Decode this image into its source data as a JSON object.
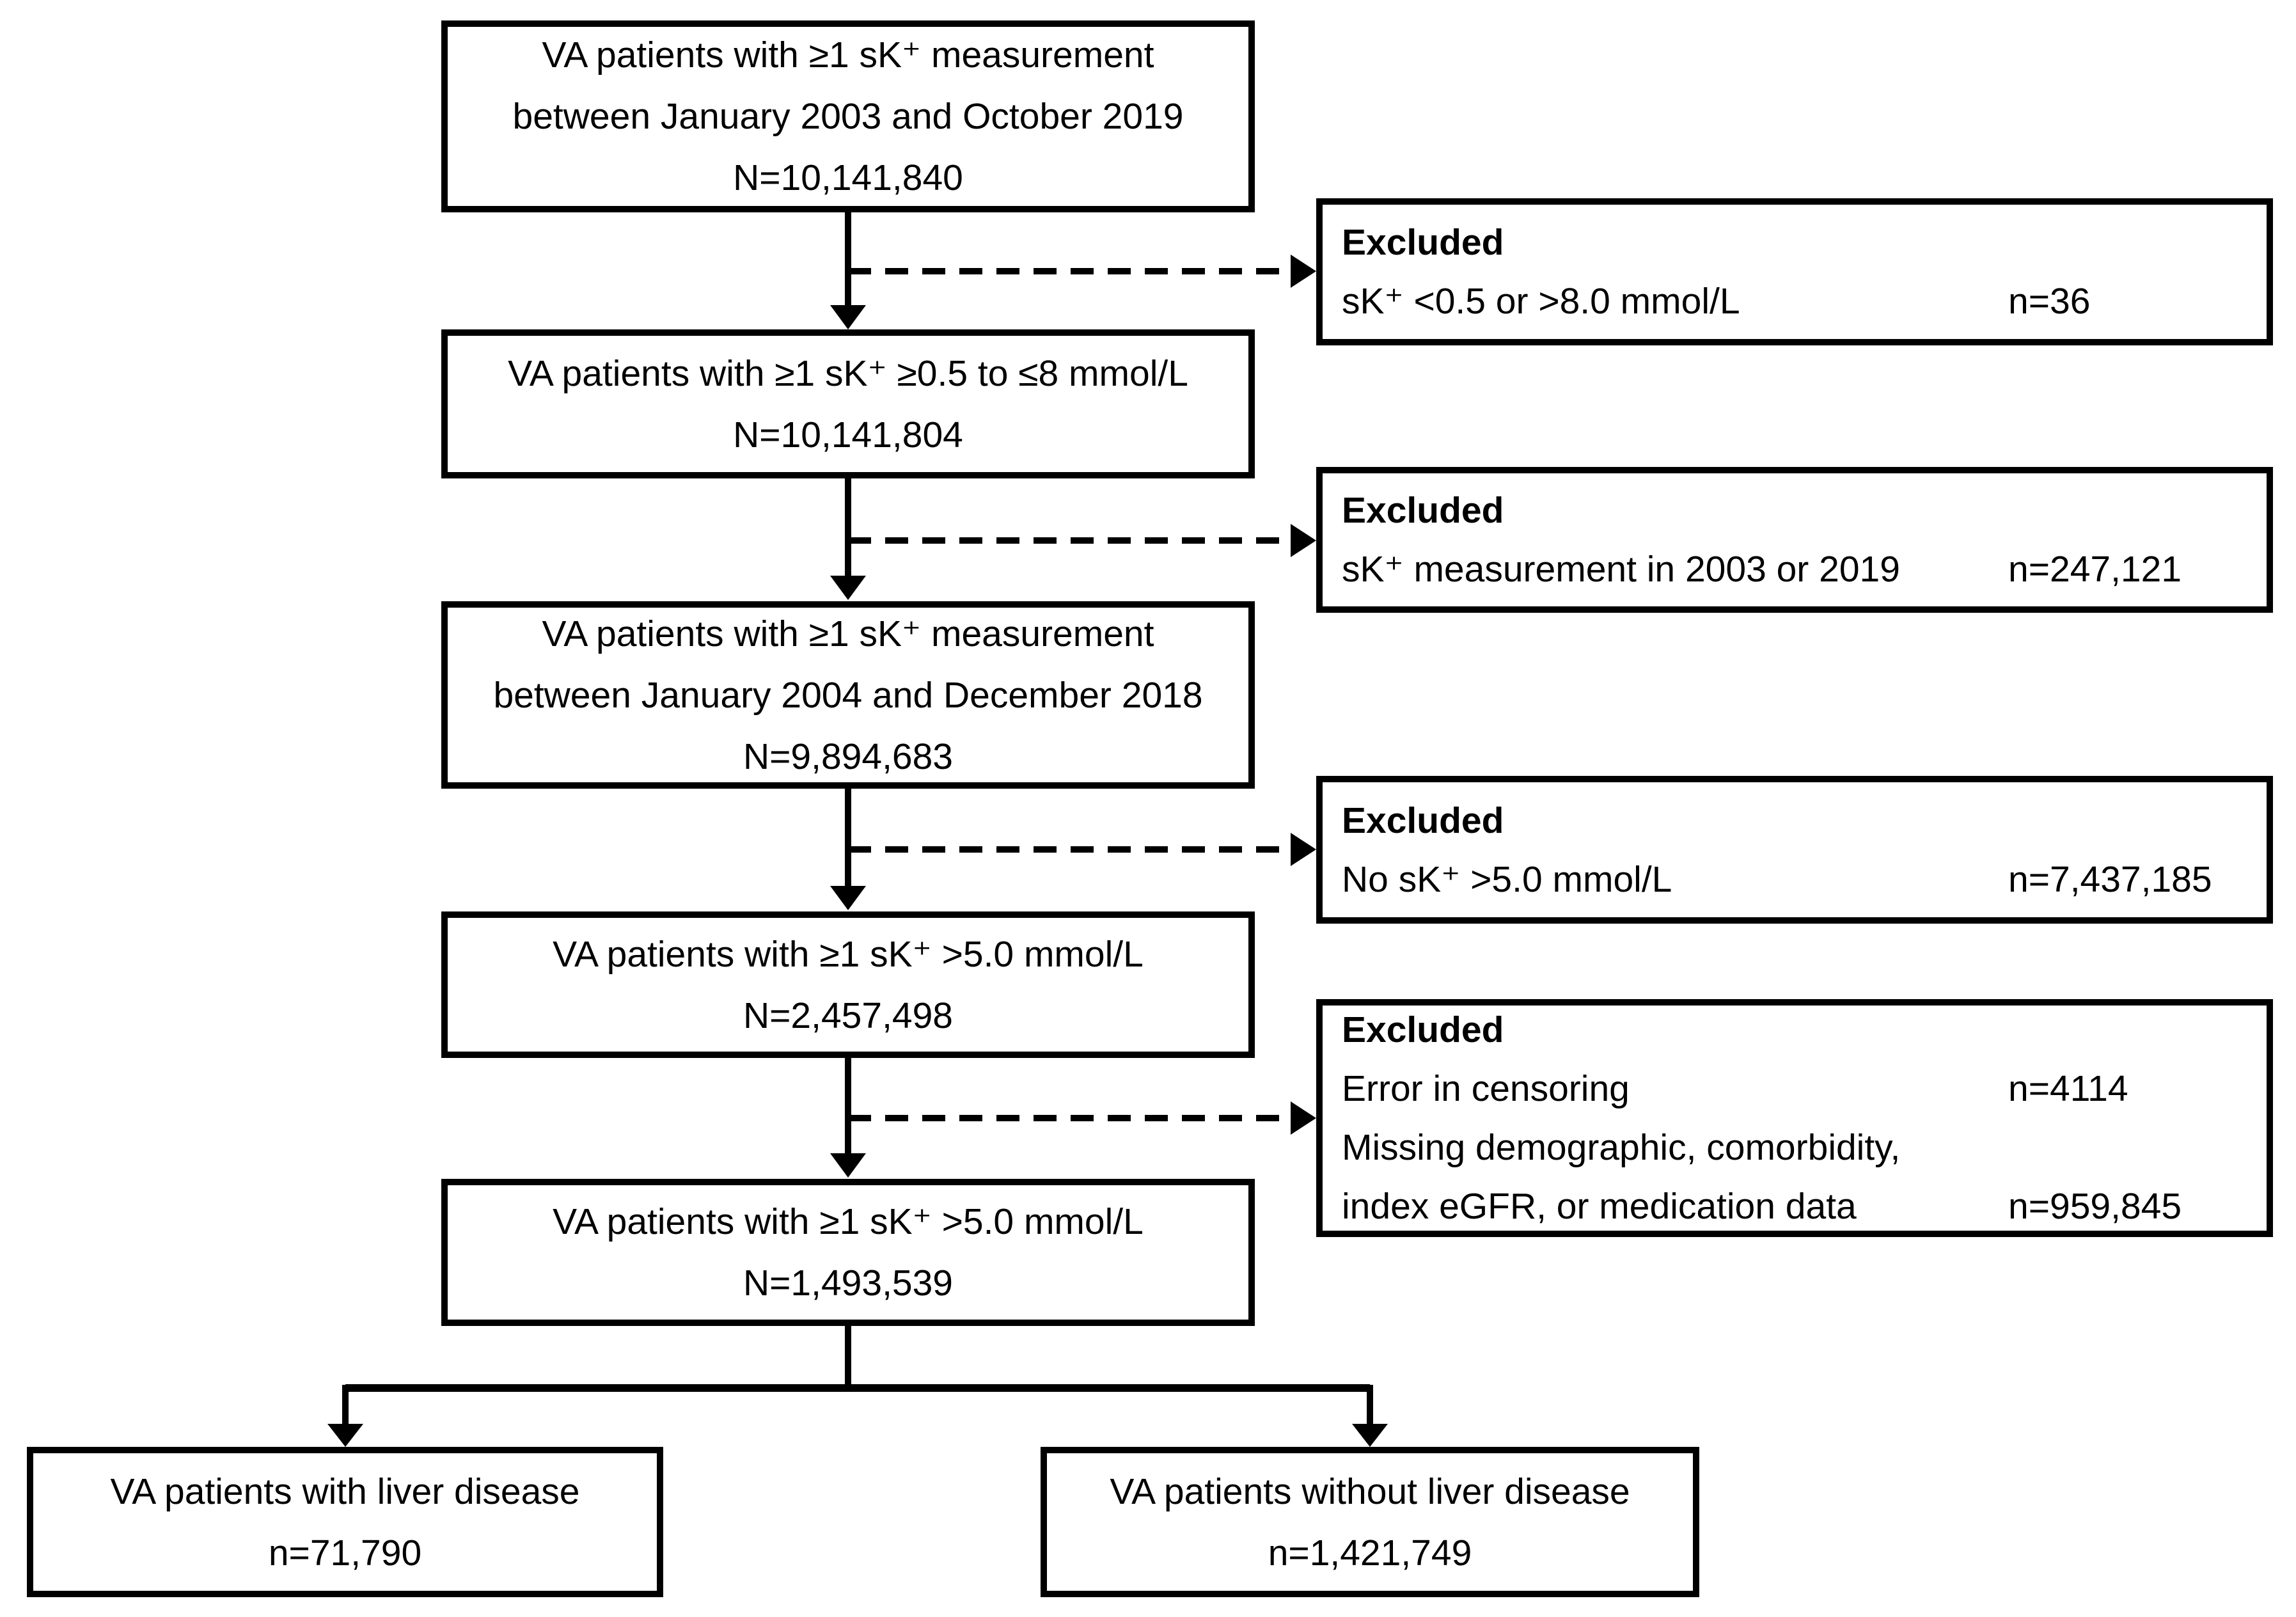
{
  "flow": {
    "main_boxes": [
      {
        "id": "cohort-initial",
        "lines": [
          "VA patients with ≥1 sK⁺ measurement",
          "between January 2003 and October 2019",
          "N=10,141,840"
        ]
      },
      {
        "id": "cohort-valid-range",
        "lines": [
          "VA patients with ≥1 sK⁺ ≥0.5 to ≤8 mmol/L",
          "N=10,141,804"
        ]
      },
      {
        "id": "cohort-2004-2018",
        "lines": [
          "VA patients with ≥1 sK⁺ measurement",
          "between January 2004 and December 2018",
          "N=9,894,683"
        ]
      },
      {
        "id": "cohort-hyperkalemia",
        "lines": [
          "VA patients with ≥1 sK⁺ >5.0 mmol/L",
          "N=2,457,498"
        ]
      },
      {
        "id": "cohort-final",
        "lines": [
          "VA patients with ≥1 sK⁺ >5.0 mmol/L",
          "N=1,493,539"
        ]
      }
    ],
    "excluded_boxes": [
      {
        "title": "Excluded",
        "rows": [
          {
            "reason": "sK⁺ <0.5 or >8.0 mmol/L",
            "n": "n=36"
          }
        ]
      },
      {
        "title": "Excluded",
        "rows": [
          {
            "reason": "sK⁺ measurement in 2003 or 2019",
            "n": "n=247,121"
          }
        ]
      },
      {
        "title": "Excluded",
        "rows": [
          {
            "reason": "No sK⁺ >5.0 mmol/L",
            "n": "n=7,437,185"
          }
        ]
      },
      {
        "title": "Excluded",
        "rows": [
          {
            "reason": "Error in censoring",
            "n": "n=4114"
          },
          {
            "reason": "Missing demographic, comorbidity,",
            "n": ""
          },
          {
            "reason": "index eGFR, or medication data",
            "n": "n=959,845"
          }
        ]
      }
    ],
    "outcome_boxes": [
      {
        "id": "liver-disease",
        "lines": [
          "VA patients with liver disease",
          "n=71,790"
        ]
      },
      {
        "id": "no-liver-disease",
        "lines": [
          "VA patients without liver disease",
          "n=1,421,749"
        ]
      }
    ],
    "colors": {
      "border": "#000000",
      "background": "#ffffff",
      "text": "#000000"
    }
  }
}
